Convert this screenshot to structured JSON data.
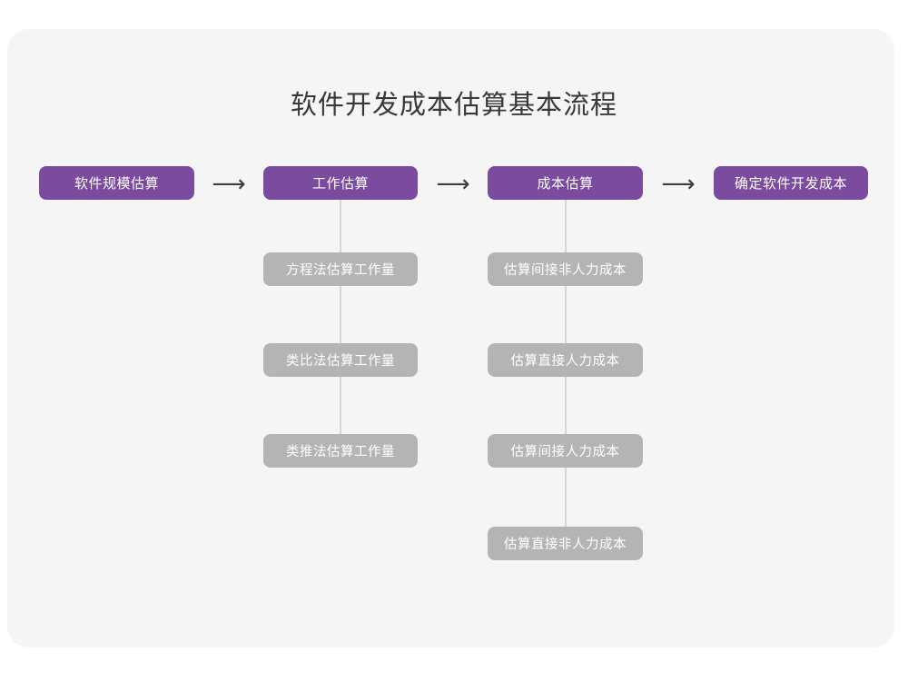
{
  "title": "软件开发成本估算基本流程",
  "colors": {
    "card_background": "#f5f5f5",
    "page_background": "#ffffff",
    "primary_node": "#7a4b9e",
    "secondary_node": "#b4b4b4",
    "title_text": "#383838",
    "node_text": "#ffffff",
    "connector": "#d6d6d6",
    "arrow": "#3d3d3d"
  },
  "flow": {
    "arrow_glyph": "⟶",
    "steps": [
      {
        "label": "软件规模估算",
        "substeps": []
      },
      {
        "label": "工作估算",
        "substeps": [
          "方程法估算工作量",
          "类比法估算工作量",
          "类推法估算工作量"
        ]
      },
      {
        "label": "成本估算",
        "substeps": [
          "估算间接非人力成本",
          "估算直接人力成本",
          "估算间接人力成本",
          "估算直接非人力成本"
        ]
      },
      {
        "label": "确定软件开发成本",
        "substeps": []
      }
    ]
  }
}
